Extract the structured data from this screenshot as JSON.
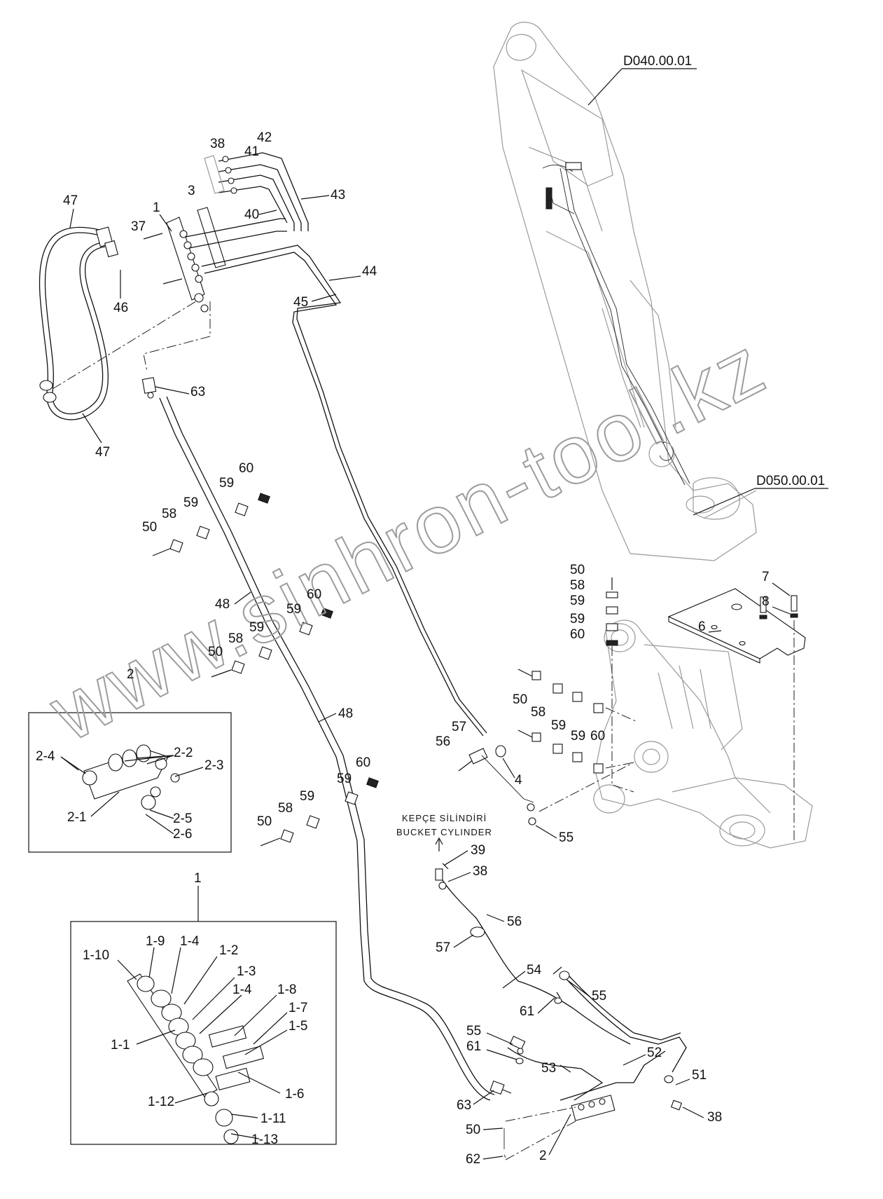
{
  "references": {
    "boom": "D040.00.01",
    "arm": "D050.00.01"
  },
  "cylinder_note": {
    "line1": "KEPÇE SİLİNDİRİ",
    "line2": "BUCKET CYLINDER"
  },
  "watermark": "www.sinhron-tool.kz",
  "detail_2": {
    "title": "2",
    "callouts": [
      "2-4",
      "2-2",
      "2-3",
      "2-1",
      "2-5",
      "2-6"
    ]
  },
  "detail_1": {
    "title": "1",
    "callouts": [
      "1-10",
      "1-9",
      "1-4",
      "1-2",
      "1-3",
      "1-4",
      "1-8",
      "1-7",
      "1-5",
      "1-1",
      "1-6",
      "1-12",
      "1-11",
      "1-13"
    ]
  },
  "callouts": [
    "38",
    "42",
    "41",
    "3",
    "43",
    "40",
    "1",
    "37",
    "47",
    "46",
    "44",
    "45",
    "63",
    "47",
    "60",
    "59",
    "59",
    "58",
    "50",
    "48",
    "60",
    "59",
    "59",
    "58",
    "50",
    "48",
    "60",
    "59",
    "59",
    "58",
    "50",
    "50",
    "58",
    "59",
    "59",
    "60",
    "7",
    "8",
    "6",
    "50",
    "58",
    "59",
    "59",
    "60",
    "57",
    "56",
    "4",
    "55",
    "39",
    "38",
    "56",
    "57",
    "54",
    "55",
    "61",
    "55",
    "61",
    "53",
    "52",
    "51",
    "63",
    "50",
    "62",
    "2",
    "38"
  ],
  "colors": {
    "line": "#111111",
    "ghost": "#9a9a9a",
    "watermark": "#9c9c9c"
  }
}
